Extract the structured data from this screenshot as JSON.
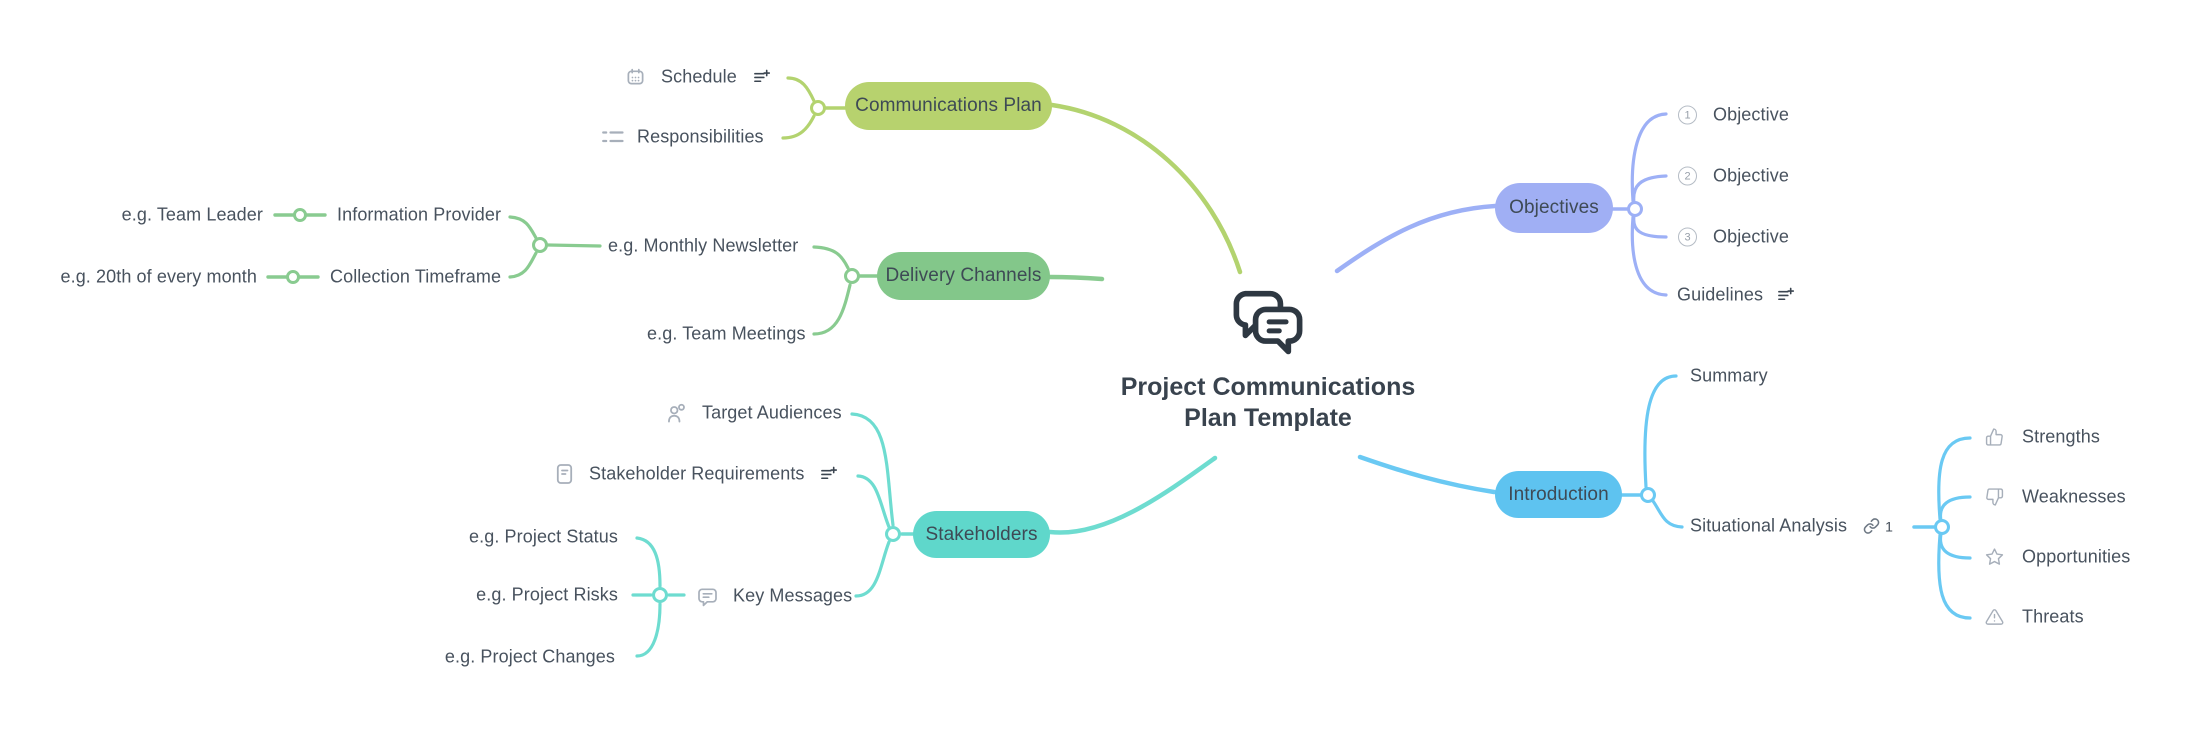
{
  "central": {
    "title_line1": "Project Communications",
    "title_line2": "Plan Template",
    "icon": "chat-bubbles-icon"
  },
  "branches": [
    {
      "label": "Communications Plan",
      "color": "#b7d26e",
      "children": [
        {
          "label": "Schedule",
          "icons": [
            "calendar-icon",
            "note-icon"
          ]
        },
        {
          "label": "Responsibilities",
          "icons": [
            "list-icon"
          ]
        }
      ]
    },
    {
      "label": "Delivery Channels",
      "color": "#83c78a",
      "children": [
        {
          "label": "e.g. Monthly Newsletter",
          "children": [
            {
              "label": "Information Provider",
              "children": [
                {
                  "label": "e.g. Team Leader"
                }
              ]
            },
            {
              "label": "Collection Timeframe",
              "children": [
                {
                  "label": "e.g. 20th of every month"
                }
              ]
            }
          ]
        },
        {
          "label": "e.g. Team Meetings"
        }
      ]
    },
    {
      "label": "Stakeholders",
      "color": "#5fd7cb",
      "children": [
        {
          "label": "Target Audiences",
          "icons": [
            "person-icon"
          ]
        },
        {
          "label": "Stakeholder Requirements",
          "icons": [
            "document-icon",
            "note-icon"
          ]
        },
        {
          "label": "Key Messages",
          "icons": [
            "speech-bubble-icon"
          ],
          "children": [
            {
              "label": "e.g. Project Status"
            },
            {
              "label": "e.g. Project Risks"
            },
            {
              "label": "e.g. Project Changes"
            }
          ]
        }
      ]
    },
    {
      "label": "Objectives",
      "color": "#a0aff4",
      "children": [
        {
          "label": "Objective",
          "badge": "1"
        },
        {
          "label": "Objective",
          "badge": "2"
        },
        {
          "label": "Objective",
          "badge": "3"
        },
        {
          "label": "Guidelines",
          "icons": [
            "note-icon"
          ]
        }
      ]
    },
    {
      "label": "Introduction",
      "color": "#5ec3f0",
      "children": [
        {
          "label": "Summary"
        },
        {
          "label": "Situational Analysis",
          "link_count": "1",
          "icons": [
            "link-icon"
          ],
          "children": [
            {
              "label": "Strengths",
              "icons": [
                "thumbs-up-icon"
              ]
            },
            {
              "label": "Weaknesses",
              "icons": [
                "thumbs-down-icon"
              ]
            },
            {
              "label": "Opportunities",
              "icons": [
                "star-icon"
              ]
            },
            {
              "label": "Threats",
              "icons": [
                "warning-triangle-icon"
              ]
            }
          ]
        }
      ]
    }
  ],
  "colors": {
    "background": "#ffffff",
    "title_text": "#39434e",
    "label_text": "#48525e",
    "pill_text": "#3e4a55",
    "icon_gray": "#a7afba",
    "note_icon_dark": "#3b4550",
    "branch_communications_plan": "#b7d26e",
    "branch_delivery_channels": "#83c78a",
    "branch_stakeholders": "#5fd7cb",
    "branch_objectives": "#a0aff4",
    "branch_introduction": "#5ec3f0"
  }
}
